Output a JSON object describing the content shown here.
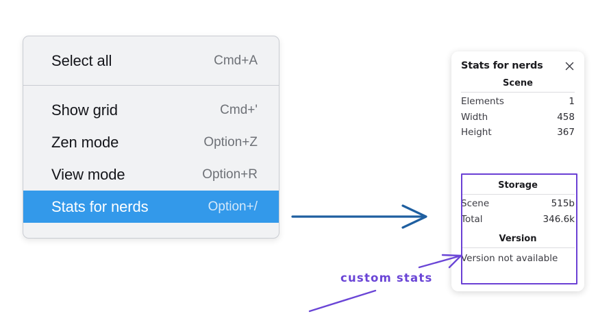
{
  "context_menu": {
    "groups": [
      {
        "items": [
          {
            "label": "Select all",
            "shortcut": "Cmd+A",
            "selected": false
          }
        ]
      },
      {
        "items": [
          {
            "label": "Show grid",
            "shortcut": "Cmd+'",
            "selected": false
          },
          {
            "label": "Zen mode",
            "shortcut": "Option+Z",
            "selected": false
          },
          {
            "label": "View mode",
            "shortcut": "Option+R",
            "selected": false
          },
          {
            "label": "Stats for nerds",
            "shortcut": "Option+/",
            "selected": true
          }
        ]
      }
    ],
    "selected_color": "#3399ea",
    "background": "#f1f2f4"
  },
  "stats_panel": {
    "title": "Stats for nerds",
    "close_icon": "close-icon",
    "sections": [
      {
        "title": "Scene",
        "rows": [
          {
            "label": "Elements",
            "value": "1"
          },
          {
            "label": "Width",
            "value": "458"
          },
          {
            "label": "Height",
            "value": "367"
          }
        ]
      },
      {
        "title": "Storage",
        "rows": [
          {
            "label": "Scene",
            "value": "515b"
          },
          {
            "label": "Total",
            "value": "346.6k"
          }
        ]
      },
      {
        "title": "Version",
        "single_line": "Version not available"
      }
    ]
  },
  "annotations": {
    "highlight_color": "#6a3fd4",
    "arrow_color": "#1f5fa0",
    "custom_stats_label": "custom stats"
  }
}
